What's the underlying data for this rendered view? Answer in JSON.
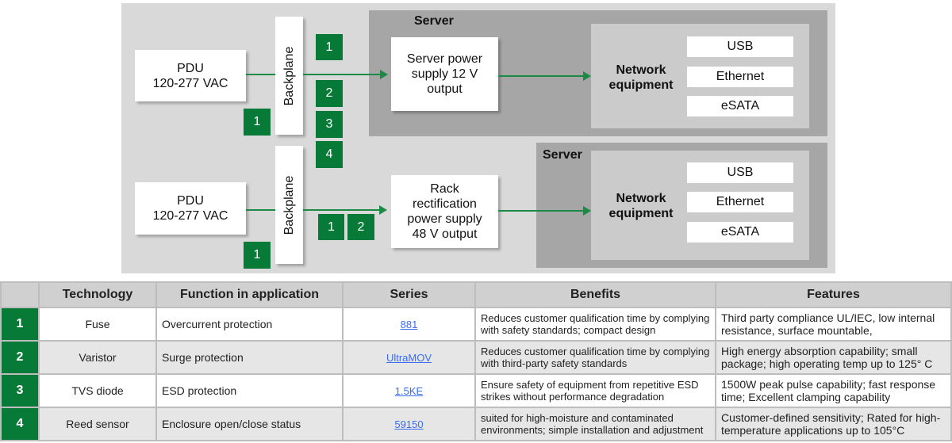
{
  "diagram": {
    "server_label": "Server",
    "pdu_line1": "PDU",
    "pdu_line2": "120-277 VAC",
    "backplane": "Backplane",
    "server_psu": [
      "Server power",
      "supply 12 V",
      "output"
    ],
    "rack_psu": [
      "Rack",
      "rectification",
      "power supply",
      "48 V output"
    ],
    "network": [
      "Network",
      "equipment"
    ],
    "ports": [
      "USB",
      "Ethernet",
      "eSATA"
    ],
    "markers": {
      "m1": "1",
      "m2": "2",
      "m3": "3",
      "m4": "4"
    },
    "colors": {
      "green": "#087a38",
      "panel": "#d9d9d9",
      "server": "#a6a6a6"
    }
  },
  "table": {
    "headers": [
      "",
      "Technology",
      "Function in application",
      "Series",
      "Benefits",
      "Features"
    ],
    "rows": [
      {
        "num": "1",
        "technology": "Fuse",
        "function": "Overcurrent protection",
        "series": "881",
        "benefits": "Reduces customer qualification time by complying with safety standards; compact design",
        "features": "Third party compliance UL/IEC, low internal resistance, surface mountable,"
      },
      {
        "num": "2",
        "technology": "Varistor",
        "function": "Surge protection",
        "series": "UltraMOV",
        "benefits": "Reduces customer qualification time by complying with third-party safety standards",
        "features": "High energy absorption capability; small package; high operating temp up to 125° C"
      },
      {
        "num": "3",
        "technology": "TVS diode",
        "function": "ESD protection",
        "series": "1.5KE",
        "benefits": "Ensure safety of equipment from repetitive ESD strikes  without performance degradation",
        "features": "1500W peak pulse capability; fast response time; Excellent clamping capability"
      },
      {
        "num": "4",
        "technology": "Reed sensor",
        "function": "Enclosure open/close status",
        "series": "59150",
        "benefits": "suited for high-moisture and contaminated environments; simple installation and adjustment",
        "features": "Customer-defined sensitivity; Rated for high-temperature applications up to 105°C"
      }
    ]
  }
}
